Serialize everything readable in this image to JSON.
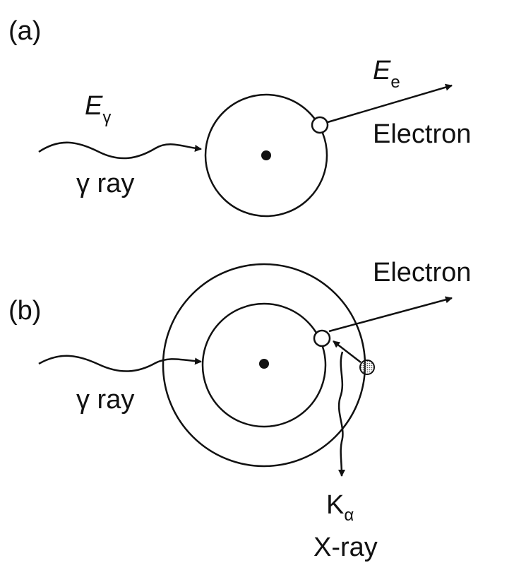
{
  "panel_a": {
    "label": "(a)",
    "photon_energy": {
      "symbol": "E",
      "subscript": "γ"
    },
    "photon_label": "γ ray",
    "electron_energy": {
      "symbol": "E",
      "subscript": "e"
    },
    "electron_label": "Electron"
  },
  "panel_b": {
    "label": "(b)",
    "photon_label": "γ ray",
    "electron_label": "Electron",
    "xray_line": {
      "symbol": "K",
      "subscript": "α"
    },
    "xray_label": "X-ray"
  }
}
